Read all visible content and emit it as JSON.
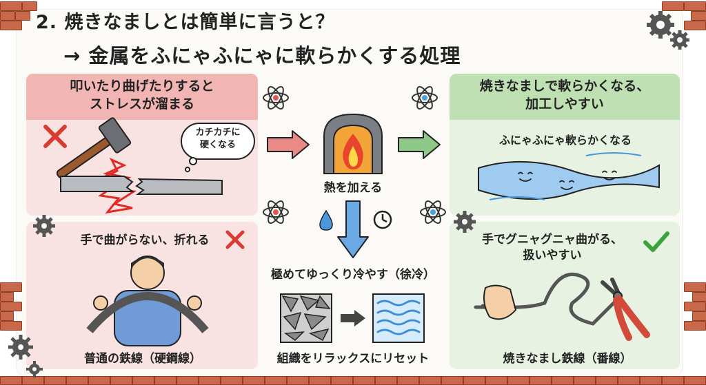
{
  "title": {
    "line1": "2. 焼きなましとは簡単に言うと？",
    "line2": "→ 金属をふにゃふにゃに軟らかくする処理"
  },
  "left_top": {
    "heading_line1": "叩いたり曲げたりすると",
    "heading_line2": "ストレスが溜まる",
    "bubble_line1": "カチカチに",
    "bubble_line2": "硬くなる"
  },
  "left_bottom": {
    "heading": "手で曲がらない、折れる",
    "caption": "普通の鉄線（硬鋼線）"
  },
  "center": {
    "heat_label": "熱を加える",
    "cool_label": "極めてゆっくり冷やす（徐冷）",
    "reset_label": "組織をリラックスにリセット"
  },
  "right_top": {
    "heading_line1": "焼きなましで軟らかくなる、",
    "heading_line2": "加工しやすい",
    "subtext": "ふにゃふにゃ軟らかくなる"
  },
  "right_bottom": {
    "heading_line1": "手でグニャグニャ曲がる、",
    "heading_line2": "扱いやすい",
    "caption": "焼きなまし鉄線（番線）"
  },
  "colors": {
    "red_panel": "#f9e3e2",
    "green_panel": "#e7f2e2",
    "arrow_red": "#e98a86",
    "arrow_green": "#8fc98a",
    "arrow_blue": "#6aa9e6",
    "wire_blue": "#9fcbf0"
  },
  "icons": [
    "hammer-icon",
    "cross-mark-icon",
    "check-mark-icon",
    "furnace-fire-icon",
    "water-drop-icon",
    "clock-icon",
    "atom-icon",
    "gear-icon",
    "thought-bubble-icon",
    "pliers-icon"
  ]
}
